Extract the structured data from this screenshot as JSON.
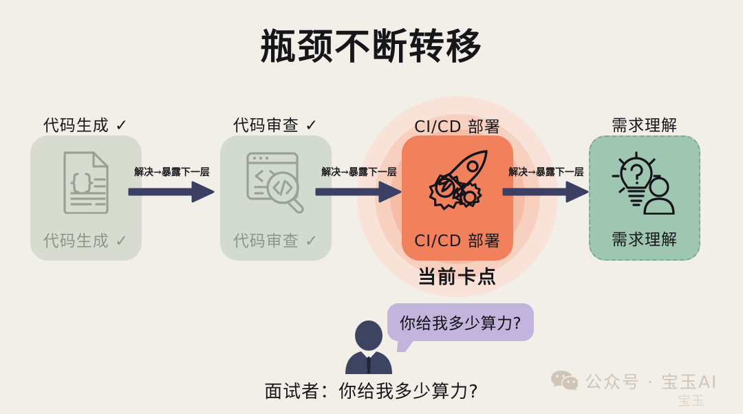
{
  "title": "瓶颈不断转移",
  "colors": {
    "background": "#f2efe8",
    "card_grey": "#d8dbd0",
    "card_grey2": "#d3dbd1",
    "card_orange": "#f1805d",
    "card_green": "#9fc6b1",
    "glow_outer": "#fae0d5",
    "glow_mid": "#f7cdbc",
    "glow_inner": "#f4b9a3",
    "arrow": "#3a3f63",
    "bubble": "#c2b4dc",
    "person": "#3d4461",
    "watermark": "#cfc6b7"
  },
  "stages": [
    {
      "header": "代码生成 ✓",
      "inner_label": "代码生成 ✓",
      "icon": "code-document-icon",
      "state": "done"
    },
    {
      "header": "代码审查 ✓",
      "inner_label": "代码审查 ✓",
      "icon": "code-review-magnifier-icon",
      "state": "done"
    },
    {
      "header": "CI/CD 部署",
      "inner_label": "CI/CD 部署",
      "icon": "rocket-gears-icon",
      "state": "bottleneck"
    },
    {
      "header": "需求理解",
      "inner_label": "需求理解",
      "icon": "lightbulb-question-person-icon",
      "state": "next"
    }
  ],
  "arrows": [
    {
      "label": "解决→暴露下一层"
    },
    {
      "label": "解决→暴露下一层"
    },
    {
      "label": "解决→暴露下一层"
    }
  ],
  "bottleneck_caption": "当前卡点",
  "speech_bubble": "你给我多少算力?",
  "caption": "面试者：你给我多少算力?",
  "watermark": {
    "icon": "wechat-icon",
    "text": "公众号 · 宝玉AI",
    "sub": "宝玉"
  }
}
